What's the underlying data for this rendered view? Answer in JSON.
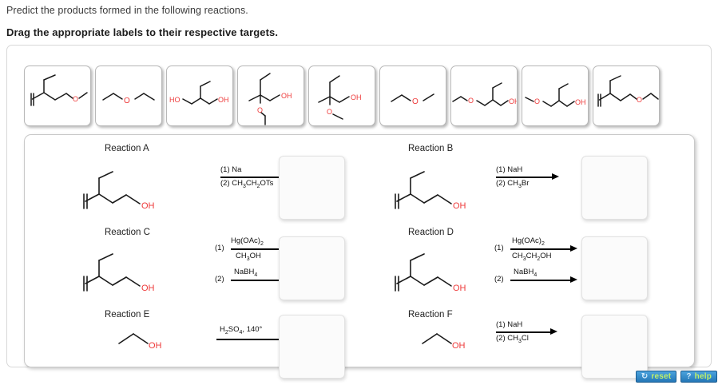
{
  "prompt": {
    "line1": "Predict the products formed in the following reactions.",
    "line2": "Drag the appropriate labels to their respective targets."
  },
  "tile_bank": {
    "name": "molecule-label-bank",
    "tiles": [
      {
        "id": "tile-1",
        "structure": "2-ethyl-1-butene-4-yl methyl ether",
        "desc": "1-methoxy-3-methylidenepentane"
      },
      {
        "id": "tile-2",
        "structure": "diethyl ether",
        "desc": "ethoxyethane"
      },
      {
        "id": "tile-3",
        "structure": "2-ethyl-1,3-propanediol",
        "desc": "HO-CH2-CH(Et)-CH2-OH"
      },
      {
        "id": "tile-4",
        "structure": "3-ethoxy-3-methylpentan-1-ol",
        "desc": "tertiary ethyl ether with primary OH"
      },
      {
        "id": "tile-5",
        "structure": "3-methoxy-3-methylpentan-1-ol",
        "desc": "tertiary methyl ether with primary OH"
      },
      {
        "id": "tile-6",
        "structure": "ethyl methyl ether",
        "desc": "methoxyethane"
      },
      {
        "id": "tile-7",
        "structure": "3-(ethoxymethyl)pentan-1-ol",
        "desc": "ethoxy on left, OH on right"
      },
      {
        "id": "tile-8",
        "structure": "3-(methoxymethyl)pentan-1-ol",
        "desc": "methoxy on left, OH on right"
      },
      {
        "id": "tile-9",
        "structure": "1-ethoxy-3-methylidenepentane",
        "desc": "alkene with ethyl ether"
      }
    ]
  },
  "reactions": [
    {
      "id": "reaction-a",
      "title": "Reaction A",
      "reactant": "3-methylidenepentan-1-ol",
      "conditions": [
        {
          "step": "(1)",
          "reagent": "Na",
          "solvent": ""
        },
        {
          "step": "(2)",
          "reagent": "CH3CH2OTs",
          "solvent": ""
        }
      ],
      "arrow_style": "single-stacked",
      "target": "drop-target-a"
    },
    {
      "id": "reaction-b",
      "title": "Reaction B",
      "reactant": "3-methylidenepentan-1-ol",
      "conditions": [
        {
          "step": "(1)",
          "reagent": "NaH",
          "solvent": ""
        },
        {
          "step": "(2)",
          "reagent": "CH3Br",
          "solvent": ""
        }
      ],
      "arrow_style": "single-stacked",
      "target": "drop-target-b"
    },
    {
      "id": "reaction-c",
      "title": "Reaction C",
      "reactant": "3-methylidenepentan-1-ol",
      "conditions": [
        {
          "step": "(1)",
          "reagent": "Hg(OAc)2",
          "solvent": "CH3OH"
        },
        {
          "step": "(2)",
          "reagent": "NaBH4",
          "solvent": ""
        }
      ],
      "arrow_style": "double-arrow",
      "target": "drop-target-c"
    },
    {
      "id": "reaction-d",
      "title": "Reaction D",
      "reactant": "3-methylidenepentan-1-ol",
      "conditions": [
        {
          "step": "(1)",
          "reagent": "Hg(OAc)2",
          "solvent": "CH3CH2OH"
        },
        {
          "step": "(2)",
          "reagent": "NaBH4",
          "solvent": ""
        }
      ],
      "arrow_style": "double-arrow",
      "target": "drop-target-d"
    },
    {
      "id": "reaction-e",
      "title": "Reaction E",
      "reactant": "ethanol",
      "conditions": [
        {
          "step": "",
          "reagent": "H2SO4, 140°",
          "solvent": ""
        }
      ],
      "arrow_style": "single-over",
      "target": "drop-target-e"
    },
    {
      "id": "reaction-f",
      "title": "Reaction F",
      "reactant": "ethanol",
      "conditions": [
        {
          "step": "(1)",
          "reagent": "NaH",
          "solvent": ""
        },
        {
          "step": "(2)",
          "reagent": "CH3Cl",
          "solvent": ""
        }
      ],
      "arrow_style": "single-stacked",
      "target": "drop-target-f"
    }
  ],
  "buttons": {
    "reset": {
      "label": "reset",
      "icon": "↻"
    },
    "help": {
      "label": "help",
      "icon": "?"
    }
  },
  "colors": {
    "oxygen_red": "#ee3a3a",
    "bond_black": "#1a1a1a",
    "button_blue": "#2e88c6",
    "button_text_green": "#bff06a",
    "panel_border": "#d8d8d8"
  }
}
